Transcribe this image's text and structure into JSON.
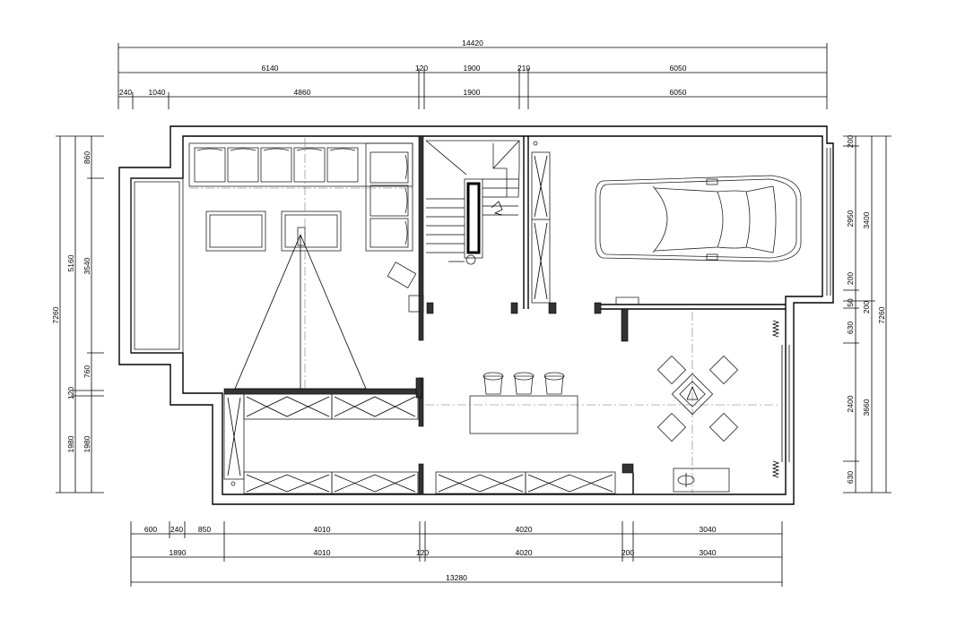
{
  "dimensions": {
    "top": {
      "total": "14420",
      "row1": [
        "6140",
        "120",
        "1900",
        "210",
        "6050"
      ],
      "row2": [
        "240",
        "1040",
        "4860",
        "1900",
        "6050"
      ]
    },
    "bottom": {
      "row1": [
        "600",
        "240",
        "850",
        "4010",
        "4020",
        "3040"
      ],
      "row2": [
        "1890",
        "4010",
        "120",
        "4020",
        "200",
        "3040"
      ],
      "total": "13280"
    },
    "left": {
      "total": "7260",
      "outer": [
        "5160",
        "120",
        "1980"
      ],
      "inner": [
        "860",
        "3540",
        "760",
        "1980"
      ]
    },
    "right": {
      "total": "7260",
      "outer": [
        "3400",
        "3660"
      ],
      "inner": [
        "200",
        "2950",
        "200",
        "50",
        "200",
        "630",
        "2400",
        "630"
      ]
    }
  }
}
